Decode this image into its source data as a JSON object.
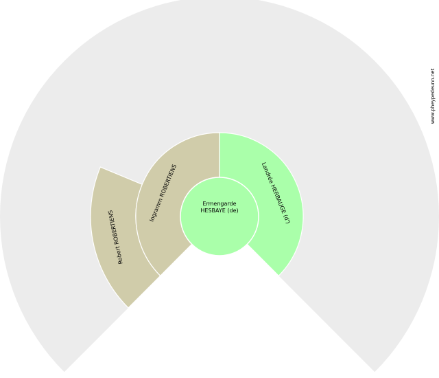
{
  "diagram": {
    "type": "fan-chart",
    "background_fill": "#ececec",
    "root": {
      "first": "Ermengarde",
      "last": "HESBAYE (de)",
      "color": "#aaffaa"
    },
    "parents": [
      {
        "side": "father",
        "name": "Ingramm ROBERTIENS",
        "color": "#d0ccaa"
      },
      {
        "side": "mother",
        "name": "Landrée HERBAUGE (d')",
        "color": "#aaffaa"
      }
    ],
    "grandparents": [
      {
        "side": "father-father",
        "name": "Robert ROBERTIENS",
        "color": "#d0ccaa"
      }
    ]
  },
  "watermark": "www.pheypedeunn.net"
}
